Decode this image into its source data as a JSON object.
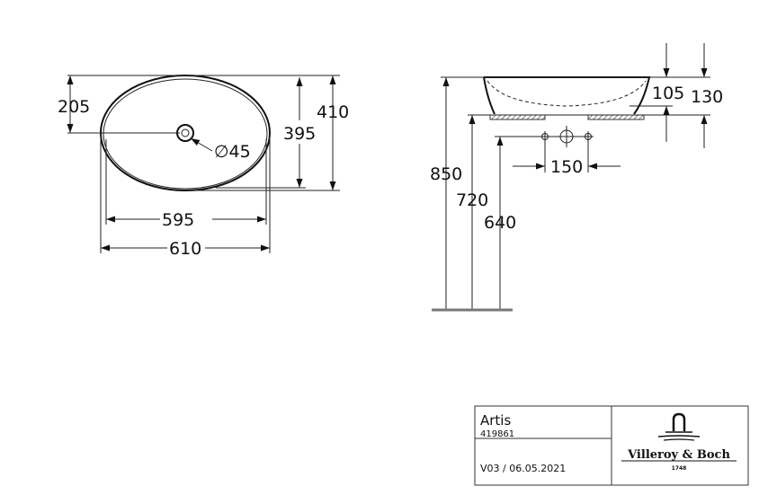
{
  "top_view": {
    "dims": {
      "offset_drain": "205",
      "inner_depth": "395",
      "outer_depth": "410",
      "inner_width": "595",
      "outer_width": "610",
      "drain_diameter": "∅45"
    }
  },
  "side_view": {
    "dims": {
      "top_height": "850",
      "counter_height": "720",
      "supply_height": "640",
      "tap_spacing": "150",
      "inner_height": "105",
      "total_height": "130"
    }
  },
  "title_block": {
    "product_name": "Artis",
    "article_number": "419861",
    "version": "V03 / 06.05.2021",
    "brand": "Villeroy & Boch",
    "brand_year": "1748"
  }
}
